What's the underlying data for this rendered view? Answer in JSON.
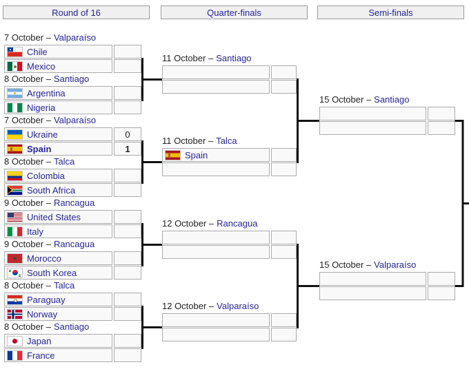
{
  "colors": {
    "link": "#23239a",
    "connector": "#111111",
    "cell_bg": "#f9f9f9",
    "cell_border": "#aaaaaa",
    "header_bg": "#f0f0f0"
  },
  "headers": [
    {
      "label": "Round of 16"
    },
    {
      "label": "Quarter-finals"
    },
    {
      "label": "Semi-finals"
    }
  ],
  "rounds": {
    "r16": {
      "matches": [
        {
          "date_label": "7 October –",
          "venue": "Valparaíso",
          "home": {
            "name": "Chile",
            "flag": "cl",
            "score": ""
          },
          "away": {
            "name": "Mexico",
            "flag": "mx",
            "score": ""
          }
        },
        {
          "date_label": "8 October –",
          "venue": "Santiago",
          "home": {
            "name": "Argentina",
            "flag": "ar",
            "score": ""
          },
          "away": {
            "name": "Nigeria",
            "flag": "ng",
            "score": ""
          }
        },
        {
          "date_label": "7 October –",
          "venue": "Valparaíso",
          "home": {
            "name": "Ukraine",
            "flag": "ua",
            "score": "0"
          },
          "away": {
            "name": "Spain",
            "flag": "es",
            "score": "1",
            "bold": "true"
          }
        },
        {
          "date_label": "8 October –",
          "venue": "Talca",
          "home": {
            "name": "Colombia",
            "flag": "co",
            "score": ""
          },
          "away": {
            "name": "South Africa",
            "flag": "za",
            "score": ""
          }
        },
        {
          "date_label": "9 October –",
          "venue": "Rancagua",
          "home": {
            "name": "United States",
            "flag": "us",
            "score": ""
          },
          "away": {
            "name": "Italy",
            "flag": "it",
            "score": ""
          }
        },
        {
          "date_label": "9 October –",
          "venue": "Rancagua",
          "home": {
            "name": "Morocco",
            "flag": "ma",
            "score": ""
          },
          "away": {
            "name": "South Korea",
            "flag": "kr",
            "score": ""
          }
        },
        {
          "date_label": "8 October –",
          "venue": "Talca",
          "home": {
            "name": "Paraguay",
            "flag": "py",
            "score": ""
          },
          "away": {
            "name": "Norway",
            "flag": "no",
            "score": ""
          }
        },
        {
          "date_label": "8 October –",
          "venue": "Santiago",
          "home": {
            "name": "Japan",
            "flag": "jp",
            "score": ""
          },
          "away": {
            "name": "France",
            "flag": "fr",
            "score": ""
          }
        }
      ]
    },
    "qf": {
      "matches": [
        {
          "date_label": "11 October –",
          "venue": "Santiago",
          "home": {
            "name": "",
            "flag": "",
            "score": ""
          },
          "away": {
            "name": "",
            "flag": "",
            "score": ""
          }
        },
        {
          "date_label": "11 October –",
          "venue": "Talca",
          "home": {
            "name": "Spain",
            "flag": "es",
            "score": ""
          },
          "away": {
            "name": "",
            "flag": "",
            "score": ""
          }
        },
        {
          "date_label": "12 October –",
          "venue": "Rancagua",
          "home": {
            "name": "",
            "flag": "",
            "score": ""
          },
          "away": {
            "name": "",
            "flag": "",
            "score": ""
          }
        },
        {
          "date_label": "12 October –",
          "venue": "Valparaíso",
          "home": {
            "name": "",
            "flag": "",
            "score": ""
          },
          "away": {
            "name": "",
            "flag": "",
            "score": ""
          }
        }
      ]
    },
    "sf": {
      "matches": [
        {
          "date_label": "15 October –",
          "venue": "Santiago",
          "home": {
            "name": "",
            "flag": "",
            "score": ""
          },
          "away": {
            "name": "",
            "flag": "",
            "score": ""
          }
        },
        {
          "date_label": "15 October –",
          "venue": "Valparaíso",
          "home": {
            "name": "",
            "flag": "",
            "score": ""
          },
          "away": {
            "name": "",
            "flag": "",
            "score": ""
          }
        }
      ]
    }
  }
}
